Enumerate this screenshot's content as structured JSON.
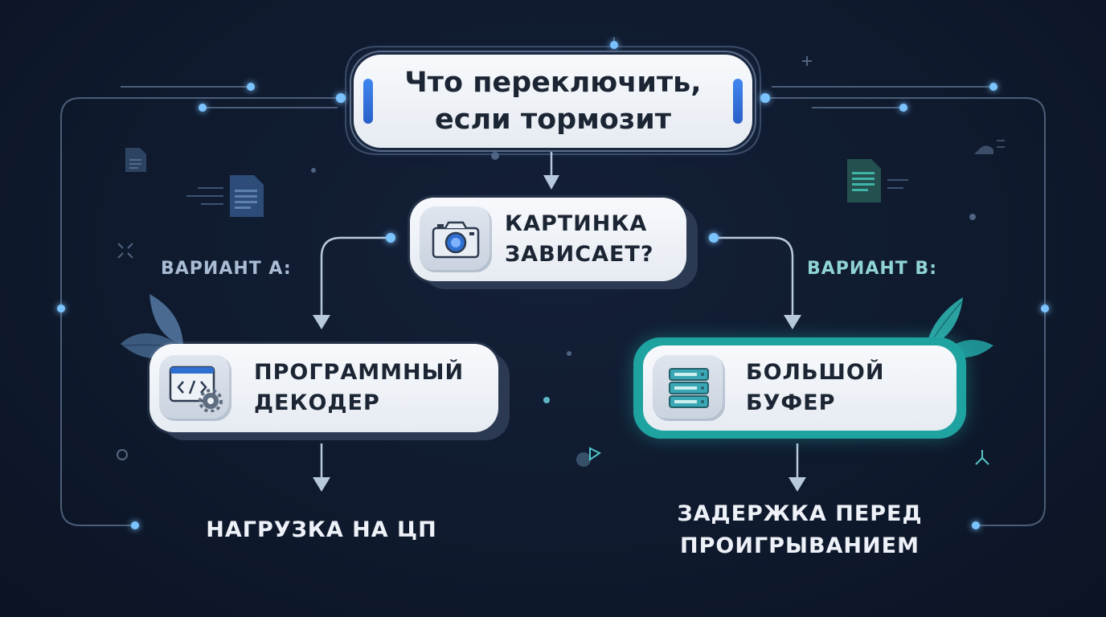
{
  "title": {
    "line1": "Что переключить,",
    "line2": "если тормозит"
  },
  "question": {
    "line1": "КАРТИНКА",
    "line2": "ЗАВИСАЕТ?",
    "icon": "camera-icon"
  },
  "variant_a": {
    "label": "ВАРИАНТ A:",
    "node": {
      "line1": "ПРОГРАММНЫЙ",
      "line2": "ДЕКОДЕР",
      "icon": "code-gear-icon"
    },
    "outcome": "НАГРУЗКА НА ЦП"
  },
  "variant_b": {
    "label": "ВАРИАНТ B:",
    "node": {
      "line1": "БОЛЬШОЙ",
      "line2": "БУФЕР",
      "icon": "server-stack-icon"
    },
    "outcome": {
      "line1": "ЗАДЕРЖКА ПЕРЕД",
      "line2": "ПРОИГРЫВАНИЕМ"
    }
  },
  "colors": {
    "background": "#0f1a2e",
    "accent_blue": "#3f86ee",
    "accent_teal": "#1fa3a1",
    "node_fill": "#eef2f7",
    "text_dark": "#1b2533",
    "connector": "#b9c9dd"
  }
}
